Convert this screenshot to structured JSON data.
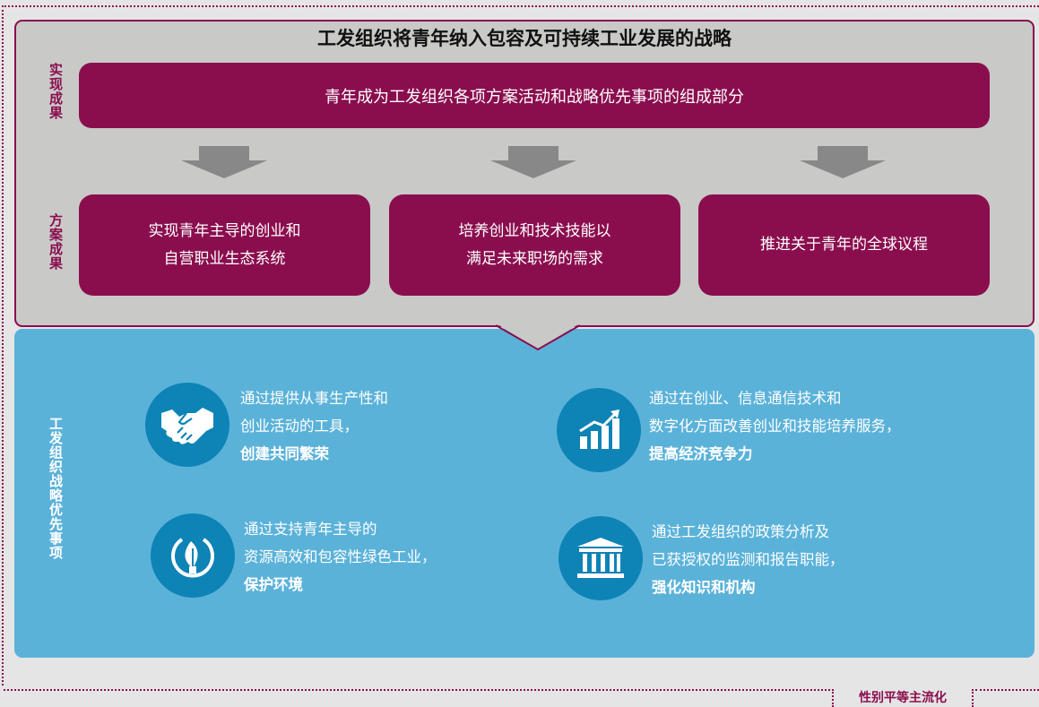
{
  "title": "工发组织将青年纳入包容及可持续工业发展的战略",
  "labels": {
    "outcome": "实现成果",
    "program": "方案成果",
    "priorities": "工发组织战略优先事项"
  },
  "outcome_bar": "青年成为工发组织各项方案活动和战略优先事项的组成部分",
  "program_boxes": [
    {
      "line1": "实现青年主导的创业和",
      "line2": "自营职业生态系统"
    },
    {
      "line1": "培养创业和技术技能以",
      "line2": "满足未来职场的需求"
    },
    {
      "line1": "推进关于青年的全球议程",
      "line2": ""
    }
  ],
  "priorities": [
    {
      "icon": "handshake-icon",
      "line1": "通过提供从事生产性和",
      "line2": "创业活动的工具，",
      "bold": "创建共同繁荣"
    },
    {
      "icon": "growth-chart-icon",
      "line1": "通过在创业、信息通信技术和",
      "line2": "数字化方面改善创业和技能培养服务，",
      "bold": "提高经济竞争力"
    },
    {
      "icon": "leaf-plug-icon",
      "line1": "通过支持青年主导的",
      "line2": "资源高效和包容性绿色工业，",
      "bold": "保护环境"
    },
    {
      "icon": "institution-building-icon",
      "line1": "通过工发组织的政策分析及",
      "line2": "已获授权的监测和报告职能，",
      "bold": "强化知识和机构"
    }
  ],
  "footer": "性别平等主流化",
  "colors": {
    "maroon": "#8a0e4e",
    "blue_panel": "#5bb2d9",
    "icon_circle": "#0e83b6",
    "gray_panel": "#c9c9c8"
  }
}
